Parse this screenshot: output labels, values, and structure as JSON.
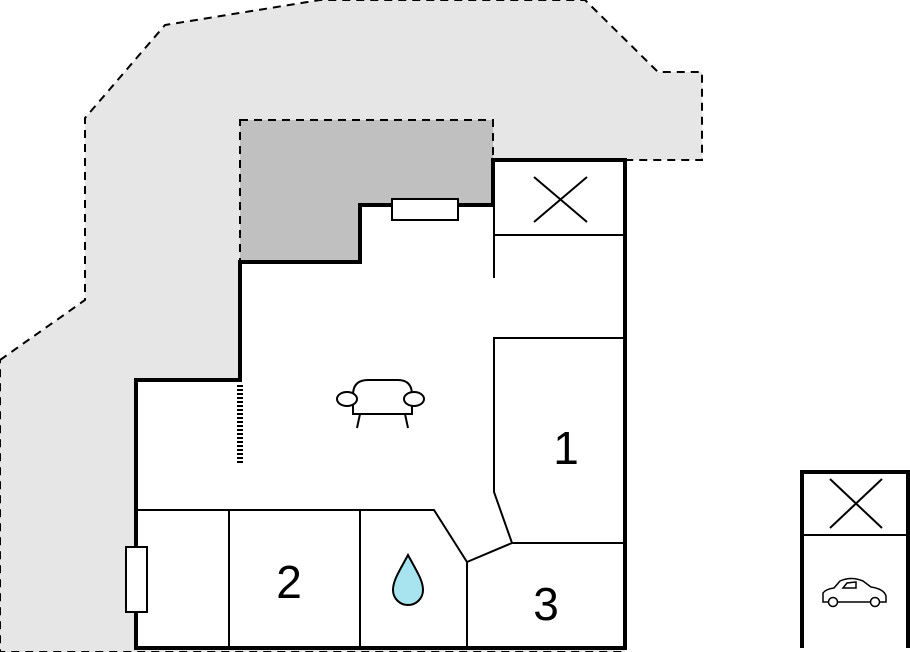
{
  "floorplan": {
    "rooms": [
      {
        "label": "1",
        "kind": "bedroom"
      },
      {
        "label": "2",
        "kind": "bedroom"
      },
      {
        "label": "3",
        "kind": "bedroom"
      }
    ],
    "icons": {
      "living": "sofa-icon",
      "bathroom": "water-drop-icon",
      "garage": "car-icon",
      "open_space": "cross-icon"
    },
    "colors": {
      "terrace": "#e6e6e6",
      "covered_terrace": "#c0c0c0",
      "wall": "#000000",
      "water": "#a8e4f0"
    }
  }
}
